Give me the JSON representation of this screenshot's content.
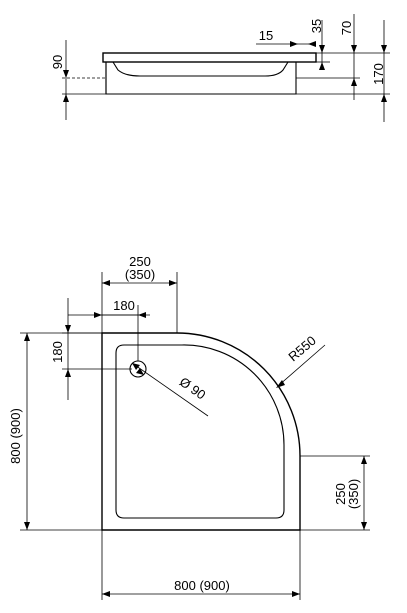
{
  "side_view": {
    "dim_15": "15",
    "dim_35": "35",
    "dim_70": "70",
    "dim_90": "90",
    "dim_170": "170"
  },
  "plan_view": {
    "dim_250_350_top_a": "250",
    "dim_250_350_top_b": "(350)",
    "dim_180_top": "180",
    "dim_180_left": "180",
    "dim_height": "800 (900)",
    "dim_radius": "R550",
    "dim_drain": "Ø 90",
    "dim_250_350_right_a": "250",
    "dim_250_350_right_b": "(350)",
    "dim_width": "800 (900)"
  }
}
